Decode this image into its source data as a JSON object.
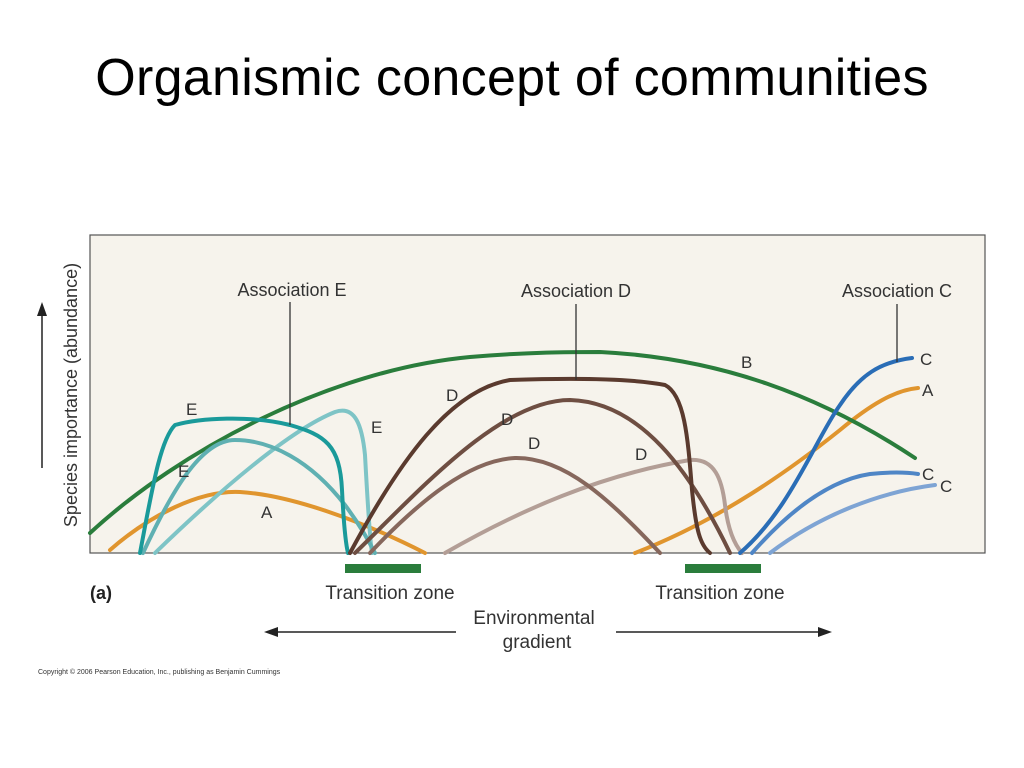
{
  "slide": {
    "title": "Organismic concept of communities"
  },
  "figure": {
    "panel_label": "(a)",
    "y_axis_label": "Species importance (abundance)",
    "x_axis_label_line1": "Environmental",
    "x_axis_label_line2": "gradient",
    "associations": {
      "e": "Association E",
      "d": "Association D",
      "c": "Association C"
    },
    "transition_zones": {
      "left": "Transition zone",
      "right": "Transition zone"
    },
    "species_labels": {
      "e_top": "E",
      "e_mid": "E",
      "e_right": "E",
      "a_left": "A",
      "d1": "D",
      "d2": "D",
      "d3": "D",
      "d4": "D",
      "b": "B",
      "c_top": "C",
      "a_right": "A",
      "c_mid": "C",
      "c_low": "C"
    },
    "colors": {
      "species_A": "#e0952e",
      "species_B": "#2a7d3c",
      "species_E_dark": "#1a9a9a",
      "species_E_light": "#7ec4c6",
      "species_D_dark": "#5a3a2e",
      "species_D_mid": "#86675c",
      "species_D_light": "#b39e96",
      "species_C_dark": "#2a6db6",
      "species_C_mid": "#4f86c6",
      "species_C_light": "#7ea4d4",
      "transition_bar": "#2a7d3c",
      "plot_background": "#f6f3ec"
    }
  },
  "copyright": "Copyright © 2006 Pearson Education, Inc., publishing as Benjamin Cummings"
}
